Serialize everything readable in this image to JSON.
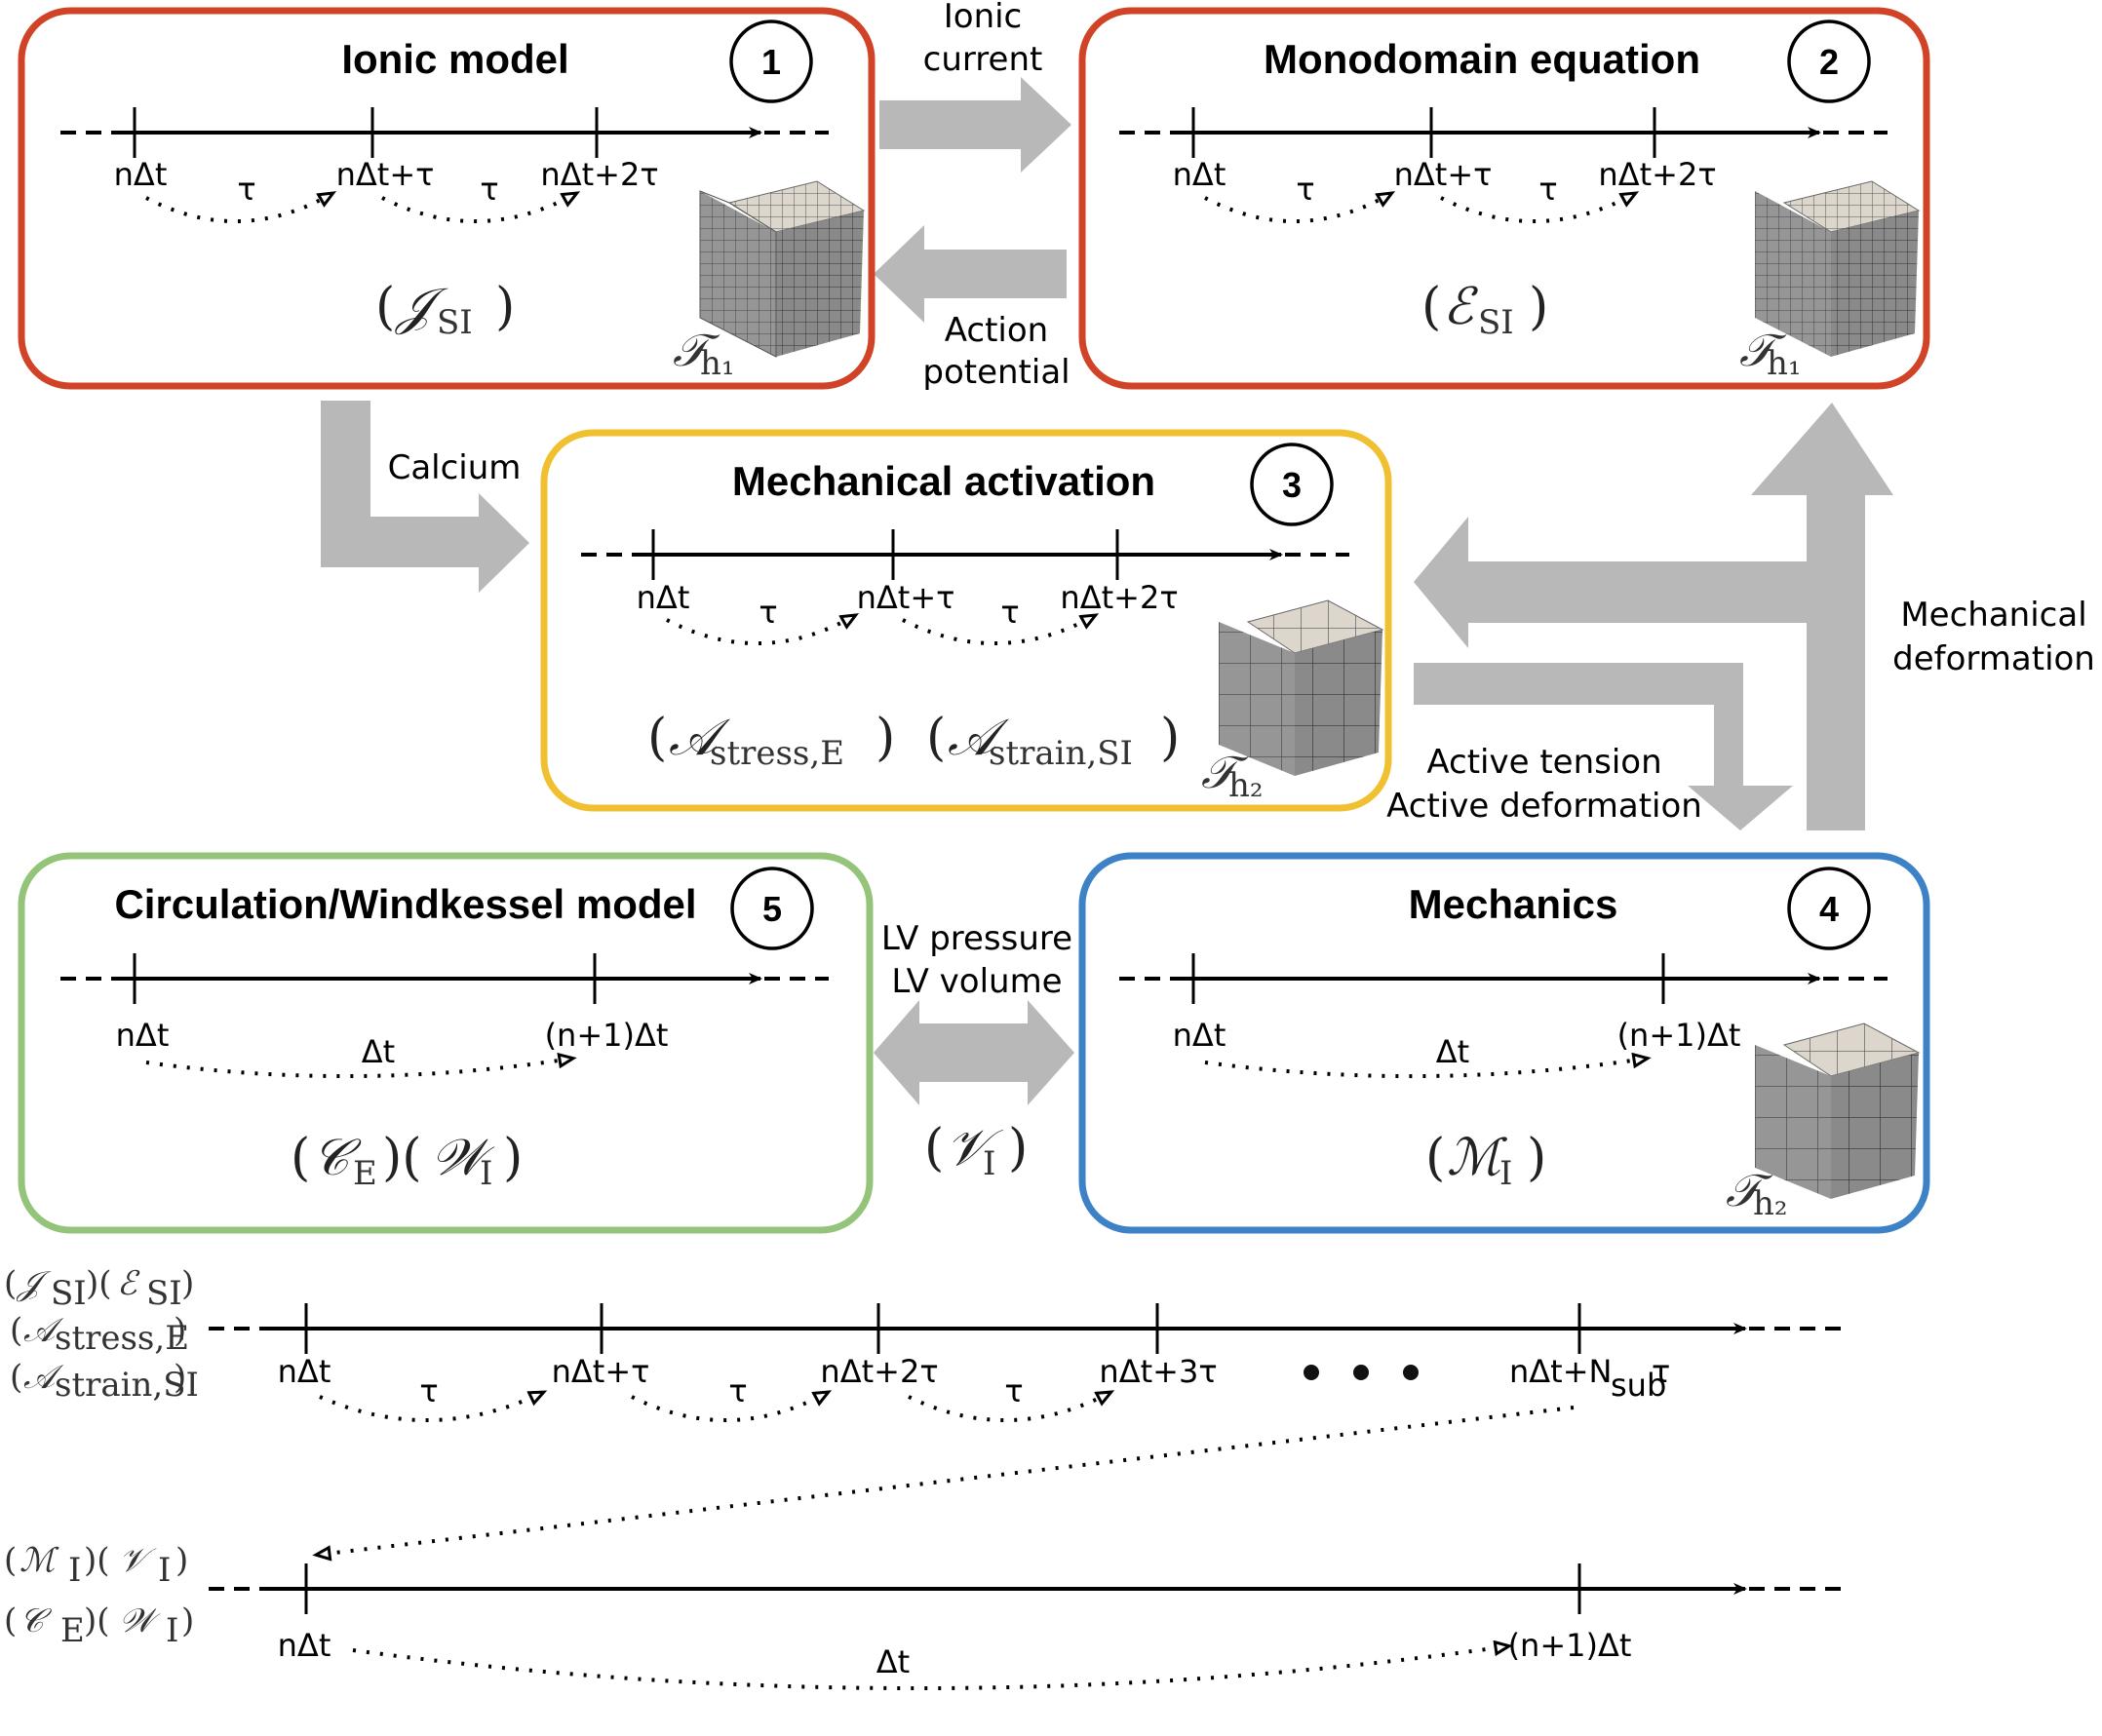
{
  "colors": {
    "ionic_border": "#d04327",
    "mono_border": "#d04327",
    "activation_border": "#f0c030",
    "circulation_border": "#94c47a",
    "mechanics_border": "#3d82c6",
    "arrow_fill": "#b8b8b8"
  },
  "boxes": {
    "ionic": {
      "title": "Ionic model",
      "number": "1",
      "equation": "(𝒥ₛᵢ)",
      "eq_main": "𝒥",
      "eq_sub": "SI",
      "mesh": "𝒯",
      "mesh_sub": "h₁",
      "ticks": [
        "nΔt",
        "nΔt+τ",
        "nΔt+2τ"
      ],
      "steps": [
        "τ",
        "τ"
      ]
    },
    "monodomain": {
      "title": "Monodomain equation",
      "number": "2",
      "eq_main": "ℰ",
      "eq_sub": "SI",
      "mesh": "𝒯",
      "mesh_sub": "h₁",
      "ticks": [
        "nΔt",
        "nΔt+τ",
        "nΔt+2τ"
      ],
      "steps": [
        "τ",
        "τ"
      ]
    },
    "activation": {
      "title": "Mechanical activation",
      "number": "3",
      "eq1_main": "𝒜",
      "eq1_sub": "stress,E",
      "eq2_main": "𝒜",
      "eq2_sub": "strain,SI",
      "mesh": "𝒯",
      "mesh_sub": "h₂",
      "ticks": [
        "nΔt",
        "nΔt+τ",
        "nΔt+2τ"
      ],
      "steps": [
        "τ",
        "τ"
      ]
    },
    "mechanics": {
      "title": "Mechanics",
      "number": "4",
      "eq_main": "ℳ",
      "eq_sub": "I",
      "mesh": "𝒯",
      "mesh_sub": "h₂",
      "ticks": [
        "nΔt",
        "(n+1)Δt"
      ],
      "steps": [
        "Δt"
      ]
    },
    "circulation": {
      "title": "Circulation/Windkessel model",
      "number": "5",
      "eq1_main": "𝒞",
      "eq1_sub": "E",
      "eq2_main": "𝒲",
      "eq2_sub": "I",
      "ticks": [
        "nΔt",
        "(n+1)Δt"
      ],
      "steps": [
        "Δt"
      ]
    }
  },
  "arrows": {
    "ionic_current": [
      "Ionic",
      "current"
    ],
    "action_potential": [
      "Action",
      "potential"
    ],
    "calcium": "Calcium",
    "active": [
      "Active tension",
      "Active deformation"
    ],
    "mechanical_deformation": [
      "Mechanical",
      "deformation"
    ],
    "lv": [
      "LV pressure",
      "LV volume"
    ],
    "lv_eq_main": "𝒱",
    "lv_eq_sub": "I"
  },
  "bottom": {
    "fine_labels": [
      {
        "a": "𝒥",
        "as": "SI",
        "b": "ℰ",
        "bs": "SI"
      },
      {
        "a": "𝒜",
        "as": "stress,E"
      },
      {
        "a": "𝒜",
        "as": "strain,SI"
      }
    ],
    "fine_ticks": [
      "nΔt",
      "nΔt+τ",
      "nΔt+2τ",
      "nΔt+3τ"
    ],
    "fine_last_tick": "nΔt+N",
    "fine_last_sub": "sub",
    "fine_last_end": "τ",
    "fine_steps": [
      "τ",
      "τ",
      "τ"
    ],
    "coarse_labels": [
      {
        "a": "ℳ",
        "as": "I",
        "b": "𝒱",
        "bs": "I"
      },
      {
        "a": "𝒞",
        "as": "E",
        "b": "𝒲",
        "bs": "I"
      }
    ],
    "coarse_ticks": [
      "nΔt",
      "(n+1)Δt"
    ],
    "coarse_step": "Δt"
  }
}
